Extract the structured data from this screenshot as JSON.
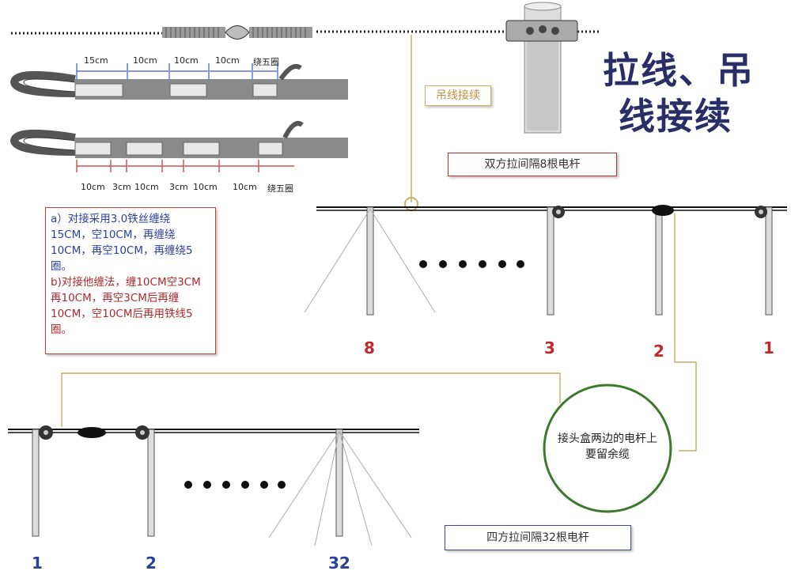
{
  "title": {
    "line1": "拉线、吊",
    "line2": "线接续"
  },
  "wrap_top": {
    "labels": [
      "15cm",
      "10cm",
      "10cm",
      "10cm",
      "绕五圈"
    ]
  },
  "wrap_bottom": {
    "labels": [
      "10cm",
      "3cm",
      "10cm",
      "3cm",
      "10cm",
      "10cm",
      "绕五圈"
    ]
  },
  "notes": {
    "a": "a）对接采用3.0铁丝缠绕15CM，空10CM，再缠绕10CM，再空10CM，再缠绕5圈。",
    "b": "b)对接他缠法，缠10CM空3CM再10CM，再空3CM后再缠10CM，空10CM后再用铁线5圈。"
  },
  "labels": {
    "hanger_joint": "吊线接续",
    "two_way": "双方拉间隔8根电杆",
    "four_way": "四方拉间隔32根电杆",
    "joint_box_note": "接头盒两边的电杆上要留余缆"
  },
  "upper_poles": [
    "8",
    "3",
    "2",
    "1"
  ],
  "lower_poles": [
    "1",
    "2",
    "32"
  ],
  "colors": {
    "red": "#c0282a",
    "blue": "#2a3fa0",
    "title": "#2a2e66",
    "green": "#3a7a2a",
    "olive": "#b8a040"
  }
}
